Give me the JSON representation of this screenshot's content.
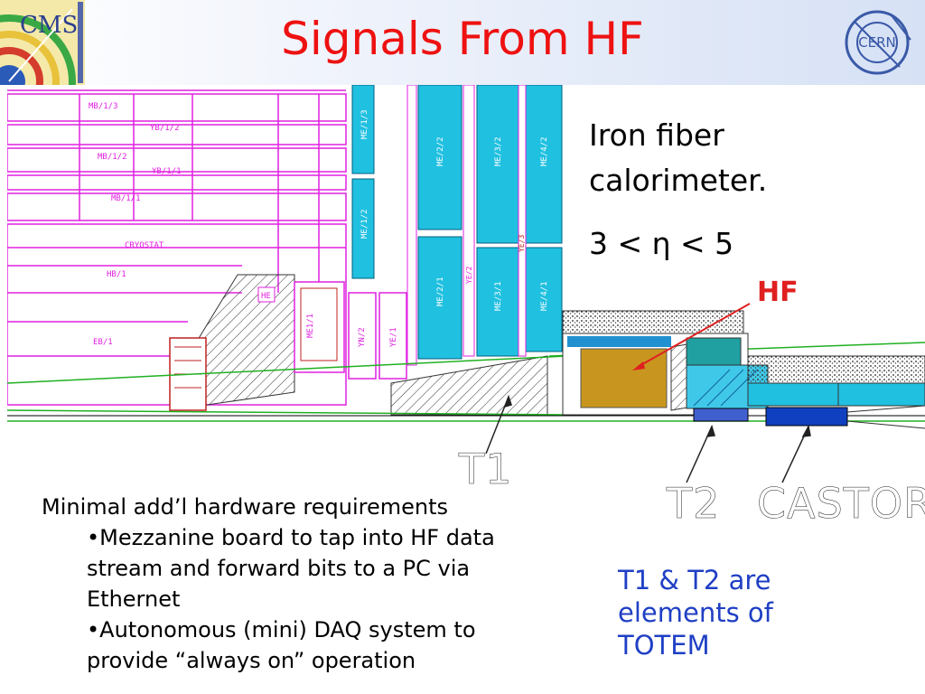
{
  "title": "Signals From HF",
  "logos": {
    "left": "CMS",
    "right": "CERN"
  },
  "side_text": {
    "line1": "Iron fiber",
    "line2": "calorimeter.",
    "eta": "3 < η < 5"
  },
  "hf_label": "HF",
  "diagram_labels": {
    "mb13": "MB/1/3",
    "yb12": "YB/1/2",
    "mb12": "MB/1/2",
    "yb11": "YB/1/1",
    "mb11": "MB/1/1",
    "cryostat": "CRYOSTAT",
    "hb1": "HB/1",
    "eb1": "EB/1",
    "he": "HE",
    "me11": "ME1/1",
    "yn2": "YN/2",
    "ye1": "YE/1",
    "ye2": "YE/2",
    "me13": "ME/1/3",
    "me12": "ME/1/2",
    "me22": "ME/2/2",
    "me21": "ME/2/1",
    "me32": "ME/3/2",
    "me31": "ME/3/1",
    "me42": "ME/4/2",
    "me41": "ME/4/1",
    "ye3": "YE/3",
    "t1": "T1",
    "t2": "T2",
    "castor": "CASTOR"
  },
  "requirements": {
    "heading": "Minimal add’l hardware requirements",
    "bullets": [
      "•Mezzanine board to tap into HF data stream and forward bits to a PC via Ethernet",
      "•Autonomous (mini) DAQ system to provide “always on” operation"
    ]
  },
  "totem_note": "T1 & T2 are elements of TOTEM",
  "colors": {
    "title": "#ee1111",
    "totem": "#1f3fc4",
    "hf": "#e02020",
    "magenta": "#e020e0",
    "cyan": "#00c8e8",
    "gold": "#c8961e"
  }
}
